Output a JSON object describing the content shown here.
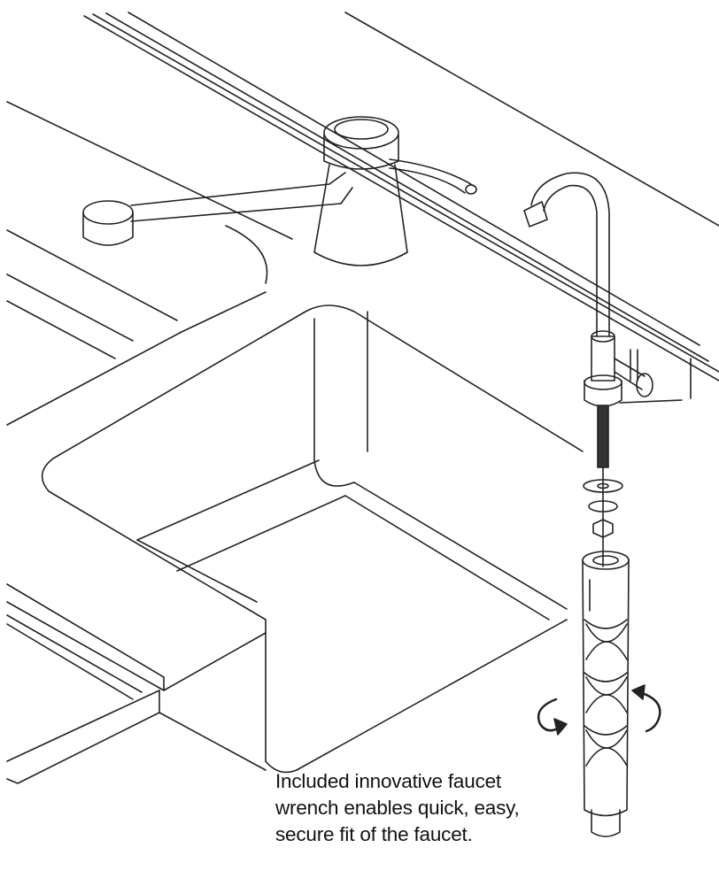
{
  "caption": {
    "line1": "Included innovative faucet",
    "line2": "wrench enables quick, easy,",
    "line3": "secure fit of the faucet."
  },
  "colors": {
    "stroke": "#222222",
    "thread": "#333333",
    "background": "#ffffff"
  },
  "icons": {
    "left_arrow": "rotate-counterclockwise-arrow",
    "right_arrow": "rotate-clockwise-arrow"
  }
}
